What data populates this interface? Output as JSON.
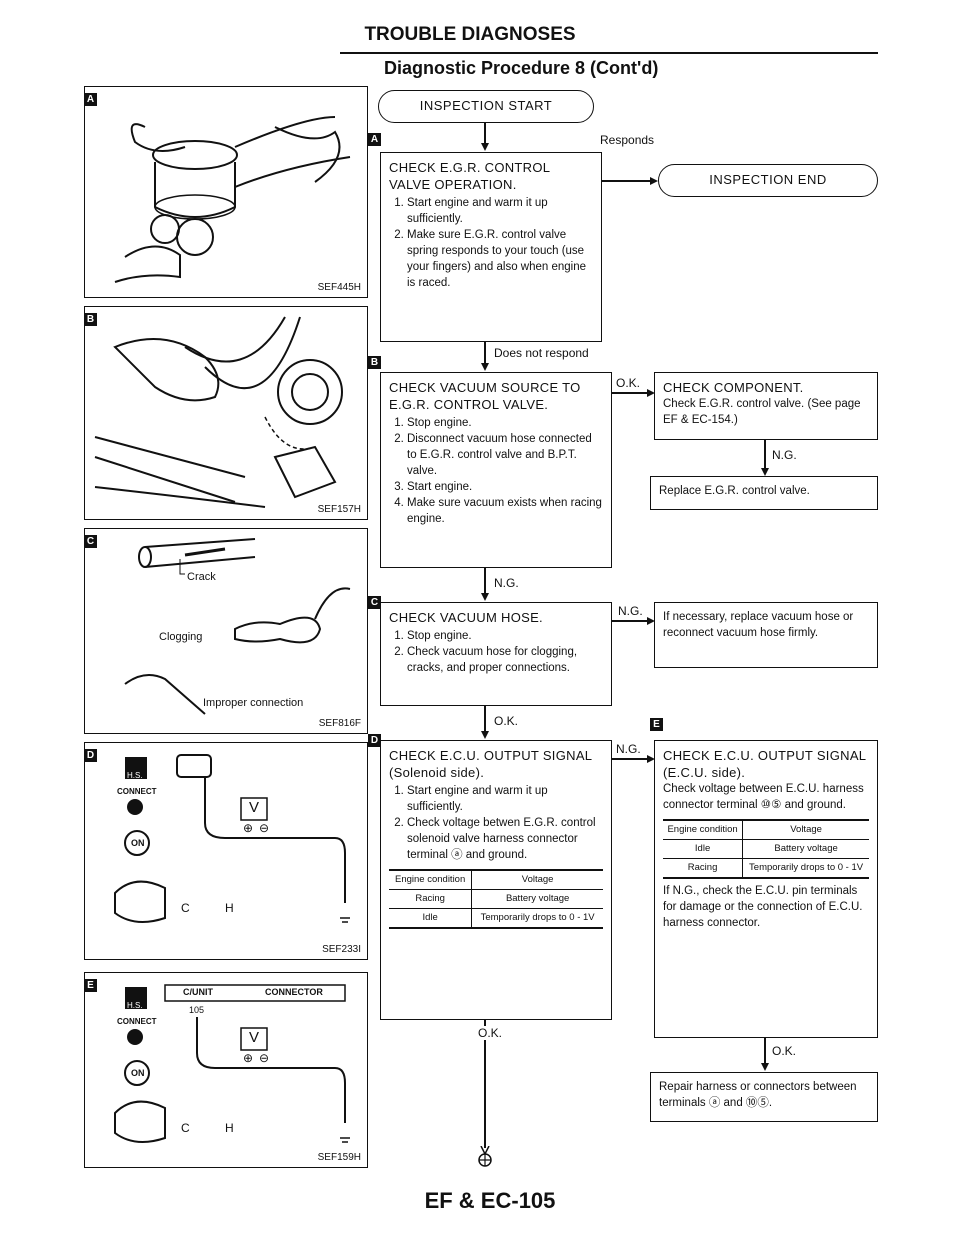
{
  "header": {
    "title": "TROUBLE DIAGNOSES",
    "subtitle": "Diagnostic Procedure 8 (Cont'd)"
  },
  "illustrations": {
    "a": {
      "tag": "A",
      "code": "SEF445H"
    },
    "b": {
      "tag": "B",
      "code": "SEF157H"
    },
    "c": {
      "tag": "C",
      "code": "SEF816F",
      "crack": "Crack",
      "clogging": "Clogging",
      "improper": "Improper connection"
    },
    "d": {
      "tag": "D",
      "code": "SEF233I",
      "connect": "CONNECT",
      "on": "ON",
      "hs": "H.S.",
      "v": "V",
      "plus": "⊕",
      "minus": "⊖",
      "ch": "C",
      "h": "H"
    },
    "e": {
      "tag": "E",
      "code": "SEF159H",
      "connect": "CONNECT",
      "on": "ON",
      "hs": "H.S.",
      "v": "V",
      "plus": "⊕",
      "minus": "⊖",
      "cunit": "C/UNIT",
      "connector": "CONNECTOR",
      "num": "105",
      "ch": "C",
      "h": "H"
    }
  },
  "flow": {
    "start": "INSPECTION START",
    "end": "INSPECTION END",
    "responds": "Responds",
    "does_not_respond": "Does not respond",
    "ng1": "N.G.",
    "ok1": "O.K.",
    "ng2": "N.G.",
    "ok2": "O.K.",
    "ng3": "N.G.",
    "ok3": "O.K.",
    "ok4": "O.K.",
    "ng_comp": "N.G.",
    "step_a": {
      "tag": "A",
      "title": "CHECK E.G.R. CONTROL VALVE OPERATION.",
      "items": [
        "Start engine and warm it up sufficiently.",
        "Make sure E.G.R. control valve spring responds to your touch (use your fingers) and also when engine is raced."
      ]
    },
    "step_b": {
      "tag": "B",
      "title": "CHECK VACUUM SOURCE TO E.G.R. CONTROL VALVE.",
      "items": [
        "Stop engine.",
        "Disconnect vacuum hose connected to E.G.R. control valve and B.P.T. valve.",
        "Start engine.",
        "Make sure vacuum exists when racing engine."
      ]
    },
    "step_c": {
      "tag": "C",
      "title": "CHECK VACUUM HOSE.",
      "items": [
        "Stop engine.",
        "Check vacuum hose for clogging, cracks, and proper connections."
      ]
    },
    "step_d": {
      "tag": "D",
      "title": "CHECK E.C.U. OUTPUT SIGNAL (Solenoid side).",
      "items": [
        "Start engine and warm it up sufficiently.",
        "Check voltage betwen E.G.R. control solenoid valve harness connector terminal ⓐ and ground."
      ],
      "table": {
        "h1": "Engine condition",
        "h2": "Voltage",
        "r1c1": "Racing",
        "r1c2": "Battery voltage",
        "r2c1": "Idle",
        "r2c2": "Temporarily drops to 0 - 1V"
      }
    },
    "check_component": {
      "title": "CHECK COMPONENT.",
      "body": "Check E.G.R. control valve. (See page EF & EC-154.)"
    },
    "replace": "Replace E.G.R. control valve.",
    "if_necessary": "If necessary, replace vacuum hose or reconnect vacuum hose firmly.",
    "step_e": {
      "tag": "E",
      "title": "CHECK E.C.U. OUTPUT SIGNAL (E.C.U. side).",
      "body": "Check voltage between E.C.U. harness connector terminal ⑩⑤ and ground.",
      "table": {
        "h1": "Engine condition",
        "h2": "Voltage",
        "r1c1": "Idle",
        "r1c2": "Battery voltage",
        "r2c1": "Racing",
        "r2c2": "Temporarily drops to 0 - 1V"
      },
      "after": "If N.G., check the E.C.U. pin terminals for damage or the connection of E.C.U. harness connector."
    },
    "repair": "Repair harness or connectors between terminals ⓐ and ⑩⑤."
  },
  "footer": {
    "page": "EF & EC-105"
  }
}
